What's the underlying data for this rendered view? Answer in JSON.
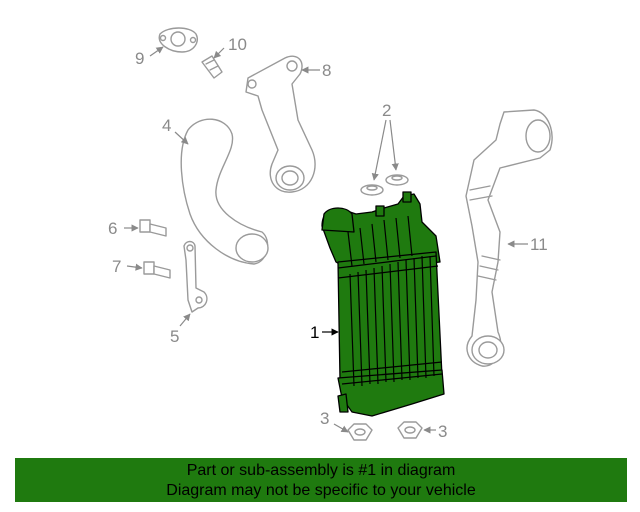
{
  "callouts": {
    "c1": "1",
    "c2": "2",
    "c3a": "3",
    "c3b": "3",
    "c4": "4",
    "c5": "5",
    "c6": "6",
    "c7": "7",
    "c8": "8",
    "c9": "9",
    "c10": "10",
    "c11": "11"
  },
  "banner": {
    "line1": "Part or sub-assembly is #1 in diagram",
    "line2": "Diagram may not be specific to your vehicle"
  },
  "colors": {
    "highlight": "#1f7a0f",
    "outline": "#9a9a9a"
  }
}
